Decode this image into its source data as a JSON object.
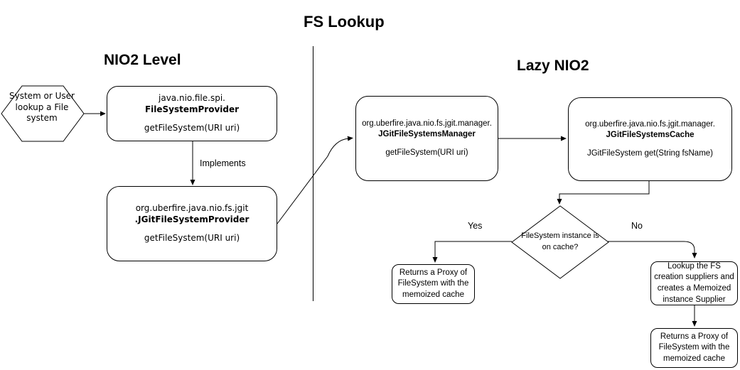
{
  "title": "FS Lookup",
  "sections": {
    "left_heading": "NIO2 Level",
    "right_heading": "Lazy NIO2"
  },
  "nodes": {
    "start_hexagon": {
      "text": "System or User lookup a File system"
    },
    "filesystem_provider": {
      "package": "java.nio.file.spi.",
      "class_name": "FileSystemProvider",
      "method": "getFileSystem(URI uri)"
    },
    "jgit_filesystem_provider": {
      "package": "org.uberfire.java.nio.fs.jgit",
      "class_name": ".JGitFileSystemProvider",
      "method": "getFileSystem(URI uri)"
    },
    "jgit_filesystems_manager": {
      "package": "org.uberfire.java.nio.fs.jgit.manager.",
      "class_name": "JGitFileSystemsManager",
      "method": "getFileSystem(URI uri)"
    },
    "jgit_filesystems_cache": {
      "package": "org.uberfire.java.nio.fs.jgit.manager.",
      "class_name": "JGitFileSystemsCache",
      "method": "JGitFileSystem get(String fsName)"
    },
    "cache_decision": {
      "text": "FileSystem instance is on cache?"
    },
    "yes_result": {
      "text": "Returns a Proxy of FileSystem with the memoized cache"
    },
    "no_lookup": {
      "text": "Lookup the FS creation suppliers and creates a Memoized instance Supplier"
    },
    "no_result": {
      "text": "Returns a Proxy of FileSystem with the memoized cache"
    }
  },
  "edge_labels": {
    "implements": "Implements",
    "yes": "Yes",
    "no": "No"
  },
  "colors": {
    "stroke": "#000000",
    "background": "#ffffff",
    "text": "#000000"
  }
}
